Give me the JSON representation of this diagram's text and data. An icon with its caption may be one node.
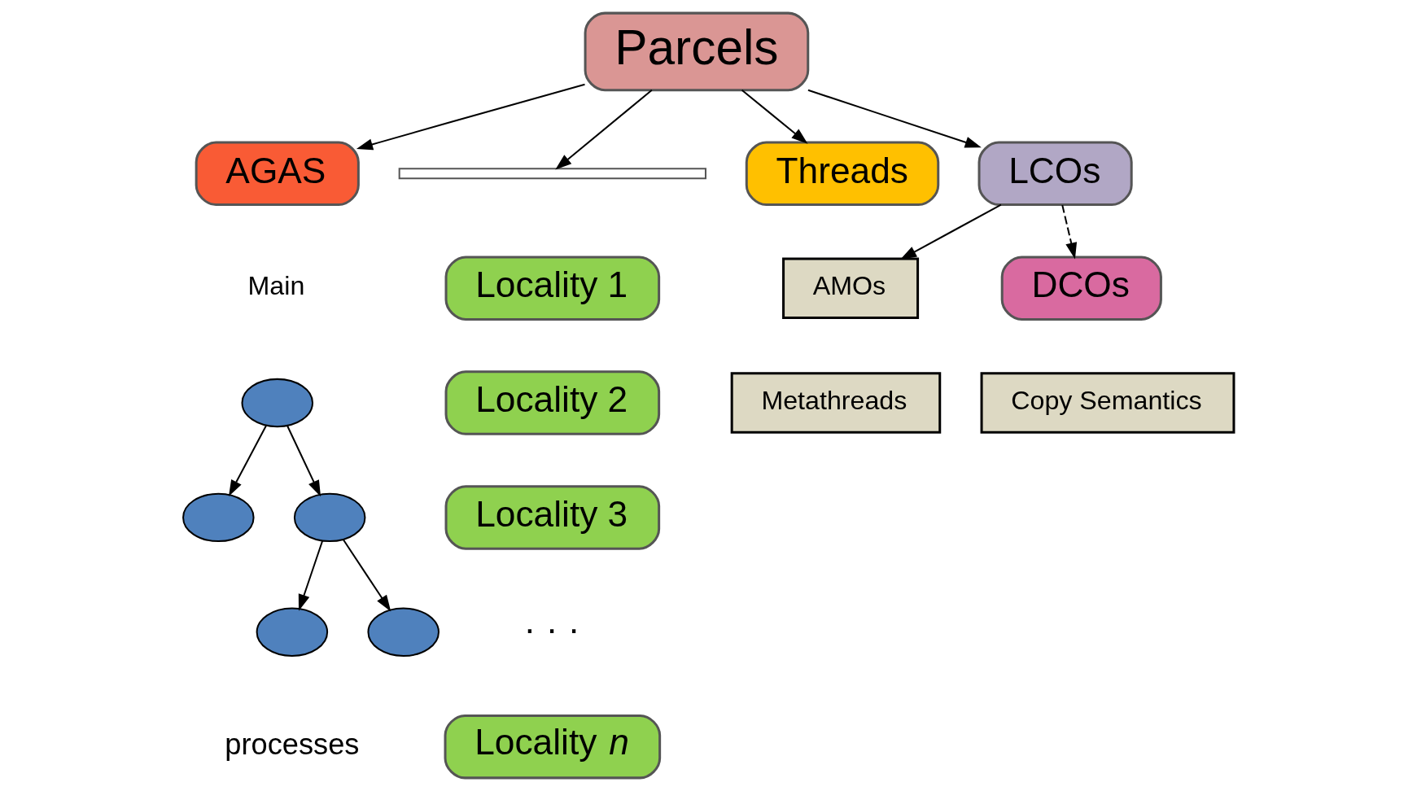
{
  "diagram": {
    "nodes": [
      {
        "text": [
          "Parcels"
        ]
      },
      {
        "text": [
          "AGAS"
        ]
      },
      {
        "text": [],
        "shape": "bracket"
      },
      {
        "text": [
          "Locality 1"
        ]
      },
      {
        "text": [
          "Locality 2"
        ]
      },
      {
        "text": [
          "Locality 3"
        ]
      },
      {
        "text": [
          "Locality *n*"
        ]
      },
      {
        "text": [
          "Threads"
        ]
      },
      {
        "text": [
          "LCOs"
        ]
      },
      {
        "text": [
          "AMOs"
        ]
      },
      {
        "text": [
          "Metathreads"
        ]
      },
      {
        "text": [
          "DCOs"
        ]
      },
      {
        "text": [
          "Copy Semantics"
        ]
      },
      {
        "text": [],
        "shape": "ellipse",
        "beside": [
          "Main"
        ]
      },
      {
        "text": [],
        "shape": "ellipse"
      },
      {
        "text": [],
        "shape": "ellipse"
      },
      {
        "text": [],
        "shape": "ellipse"
      },
      {
        "text": [],
        "shape": "ellipse"
      }
    ],
    "edges": [
      {
        "from": 0,
        "to": 1,
        "arrow": "to"
      },
      {
        "from": 0,
        "to": 2,
        "arrow": "to"
      },
      {
        "from": 0,
        "to": 7,
        "arrow": "to"
      },
      {
        "from": 0,
        "to": 8,
        "arrow": "to"
      },
      {
        "from": 8,
        "to": 9,
        "arrow": "to"
      },
      {
        "from": 8,
        "to": 11,
        "arrow": "to",
        "style": "dashed"
      },
      {
        "from": 13,
        "to": 14,
        "arrow": "to"
      },
      {
        "from": 13,
        "to": 15,
        "arrow": "to"
      },
      {
        "from": 15,
        "to": 16,
        "arrow": "to"
      },
      {
        "from": 15,
        "to": 17,
        "arrow": "to"
      }
    ],
    "labels": [
      "· · ·",
      "processes"
    ]
  }
}
